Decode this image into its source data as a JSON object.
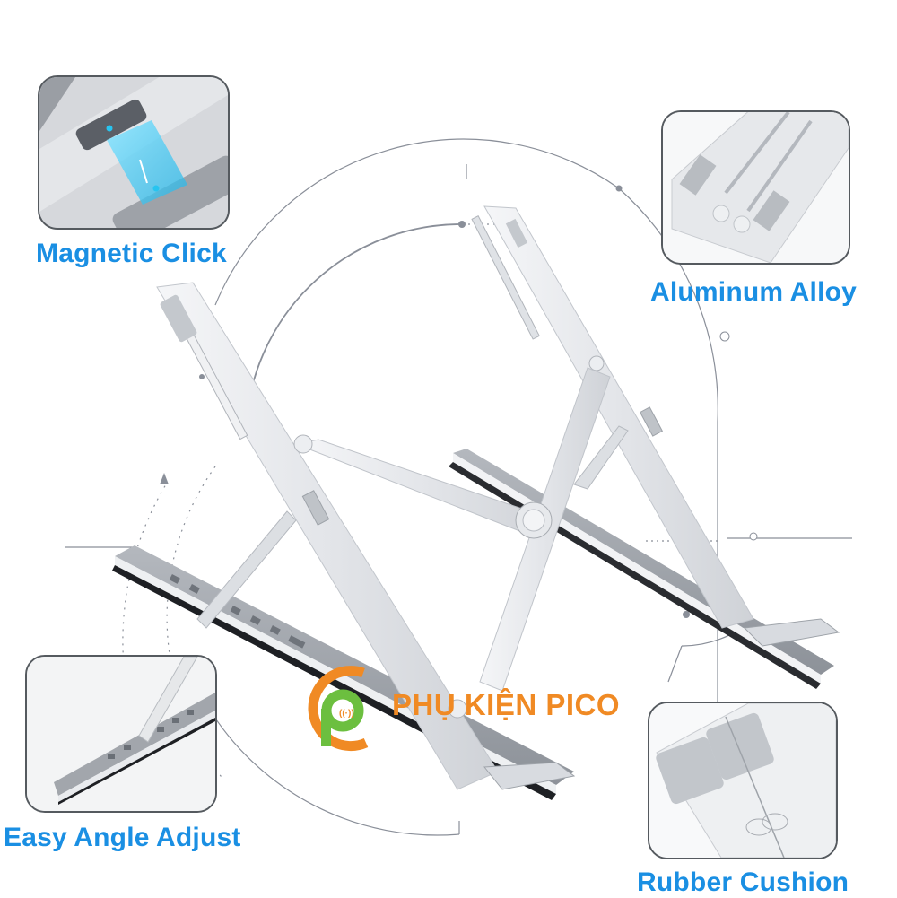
{
  "image": {
    "subject": "Adjustable aluminum laptop stand",
    "background_color": "#ffffff"
  },
  "features": [
    {
      "id": "magnetic-click",
      "label": "Magnetic Click",
      "position": "top-left"
    },
    {
      "id": "aluminum-alloy",
      "label": "Aluminum Alloy",
      "position": "top-right"
    },
    {
      "id": "easy-angle-adjust",
      "label": "Easy Angle Adjust",
      "position": "bottom-left"
    },
    {
      "id": "rubber-cushion",
      "label": "Rubber Cushion",
      "position": "bottom-right"
    }
  ],
  "watermark": {
    "brand_text": "PHỤ KIỆN PICO",
    "logo_letter": "p",
    "orange": "#f08a24",
    "green": "#6cbf3f"
  },
  "colors": {
    "label_blue": "#1a8fe3",
    "inset_border": "#555a5f",
    "aluminum_light": "#e9ebee",
    "aluminum_mid": "#c9ccd1",
    "aluminum_dark": "#8d9299",
    "guide_line": "#8a8f99",
    "magnet_cyan": "#27c4f0"
  }
}
